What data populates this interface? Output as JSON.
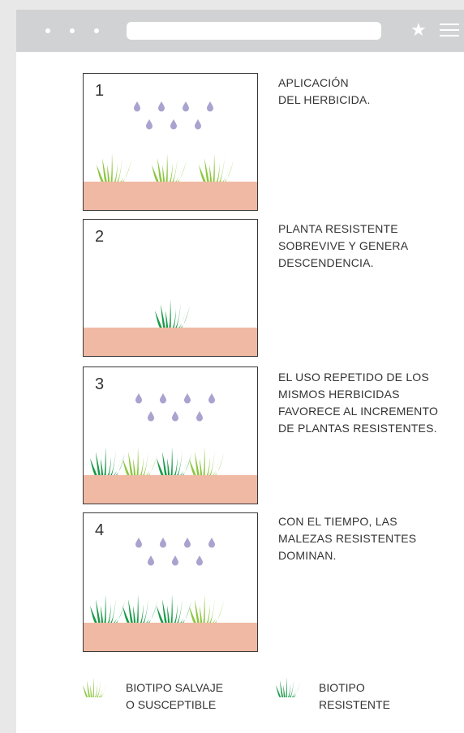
{
  "browser": {
    "icons": [
      "dot",
      "dot",
      "dot",
      "star-icon",
      "menu-icon"
    ]
  },
  "steps": [
    {
      "number": "1",
      "line1": "APLICACIÓN",
      "line2": "DEL HERBICIDA.",
      "line3": "",
      "line4": ""
    },
    {
      "number": "2",
      "line1": "PLANTA RESISTENTE",
      "line2": "SOBREVIVE Y GENERA",
      "line3": "DESCENDENCIA.",
      "line4": ""
    },
    {
      "number": "3",
      "line1": "EL USO REPETIDO DE LOS",
      "line2": "MISMOS HERBICIDAS",
      "line3": "FAVORECE AL INCREMENTO",
      "line4": "DE PLANTAS RESISTENTES."
    },
    {
      "number": "4",
      "line1": "CON EL TIEMPO, LAS",
      "line2": "MALEZAS RESISTENTES",
      "line3": "DOMINAN.",
      "line4": ""
    }
  ],
  "legend": {
    "susceptible_line1": "BIOTIPO SALVAJE",
    "susceptible_line2": "O SUSCEPTIBLE",
    "resistant_line1": "BIOTIPO",
    "resistant_line2": "RESISTENTE"
  },
  "colors": {
    "susceptible": "#8cc63f",
    "resistant": "#1a9a48",
    "soil": "#f0b9a4",
    "drops": "#a8a3cf"
  }
}
